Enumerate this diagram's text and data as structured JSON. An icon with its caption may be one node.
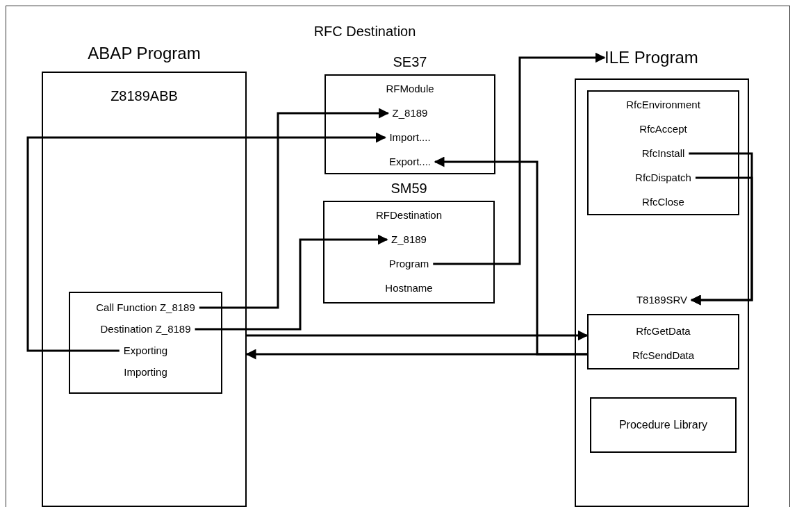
{
  "diagram": {
    "title": "RFC Destination",
    "nodes": [
      {
        "text": [
          "ABAP Program",
          "Z8189ABB"
        ]
      },
      {
        "text": [],
        "shape": "box",
        "in": 0
      },
      {
        "text": [
          "Call Function Z_8189"
        ],
        "in": 1
      },
      {
        "text": [
          "Destination Z_8189"
        ],
        "in": 1
      },
      {
        "text": [
          "Exporting"
        ],
        "in": 1
      },
      {
        "text": [
          "Importing"
        ],
        "in": 1
      },
      {
        "text": [
          "SE37"
        ]
      },
      {
        "text": [
          "RFModule"
        ],
        "in": 6
      },
      {
        "text": [
          "Z_8189"
        ],
        "in": 6
      },
      {
        "text": [
          "Import...."
        ],
        "in": 6
      },
      {
        "text": [
          "Export...."
        ],
        "in": 6
      },
      {
        "text": [
          "SM59"
        ]
      },
      {
        "text": [
          "RFDestination"
        ],
        "in": 11
      },
      {
        "text": [
          "Z_8189"
        ],
        "in": 11
      },
      {
        "text": [
          "Program"
        ],
        "in": 11
      },
      {
        "text": [
          "Hostname"
        ],
        "in": 11
      },
      {
        "text": [
          "ILE Program"
        ]
      },
      {
        "text": [],
        "shape": "box",
        "in": 16
      },
      {
        "text": [
          "RfcEnvironment"
        ],
        "in": 17
      },
      {
        "text": [
          "RfcAccept"
        ],
        "in": 17
      },
      {
        "text": [
          "RfcInstall"
        ],
        "in": 17
      },
      {
        "text": [
          "RfcDispatch"
        ],
        "in": 17
      },
      {
        "text": [
          "RfcClose"
        ],
        "in": 17
      },
      {
        "text": [
          "T8189SRV"
        ],
        "in": 16
      },
      {
        "text": [],
        "shape": "box",
        "in": 16
      },
      {
        "text": [
          "RfcGetData"
        ],
        "in": 24
      },
      {
        "text": [
          "RfcSendData"
        ],
        "in": 24
      },
      {
        "text": [
          "Procedure Library"
        ],
        "in": 16
      }
    ],
    "edges": [
      {
        "from": 2,
        "to": 8,
        "arrow": "to"
      },
      {
        "from": 3,
        "to": 13,
        "arrow": "to"
      },
      {
        "from": 4,
        "to": 9,
        "arrow": "to"
      },
      {
        "from": 14,
        "to": 16,
        "arrow": "to"
      },
      {
        "from": 0,
        "to": 24,
        "arrow": "to"
      },
      {
        "from": 24,
        "to": 0,
        "arrow": "to"
      },
      {
        "from": 24,
        "to": 10,
        "arrow": "to"
      },
      {
        "from": 20,
        "to": 23,
        "arrow": "to"
      },
      {
        "from": 21,
        "to": 23,
        "arrow": "to"
      }
    ]
  }
}
